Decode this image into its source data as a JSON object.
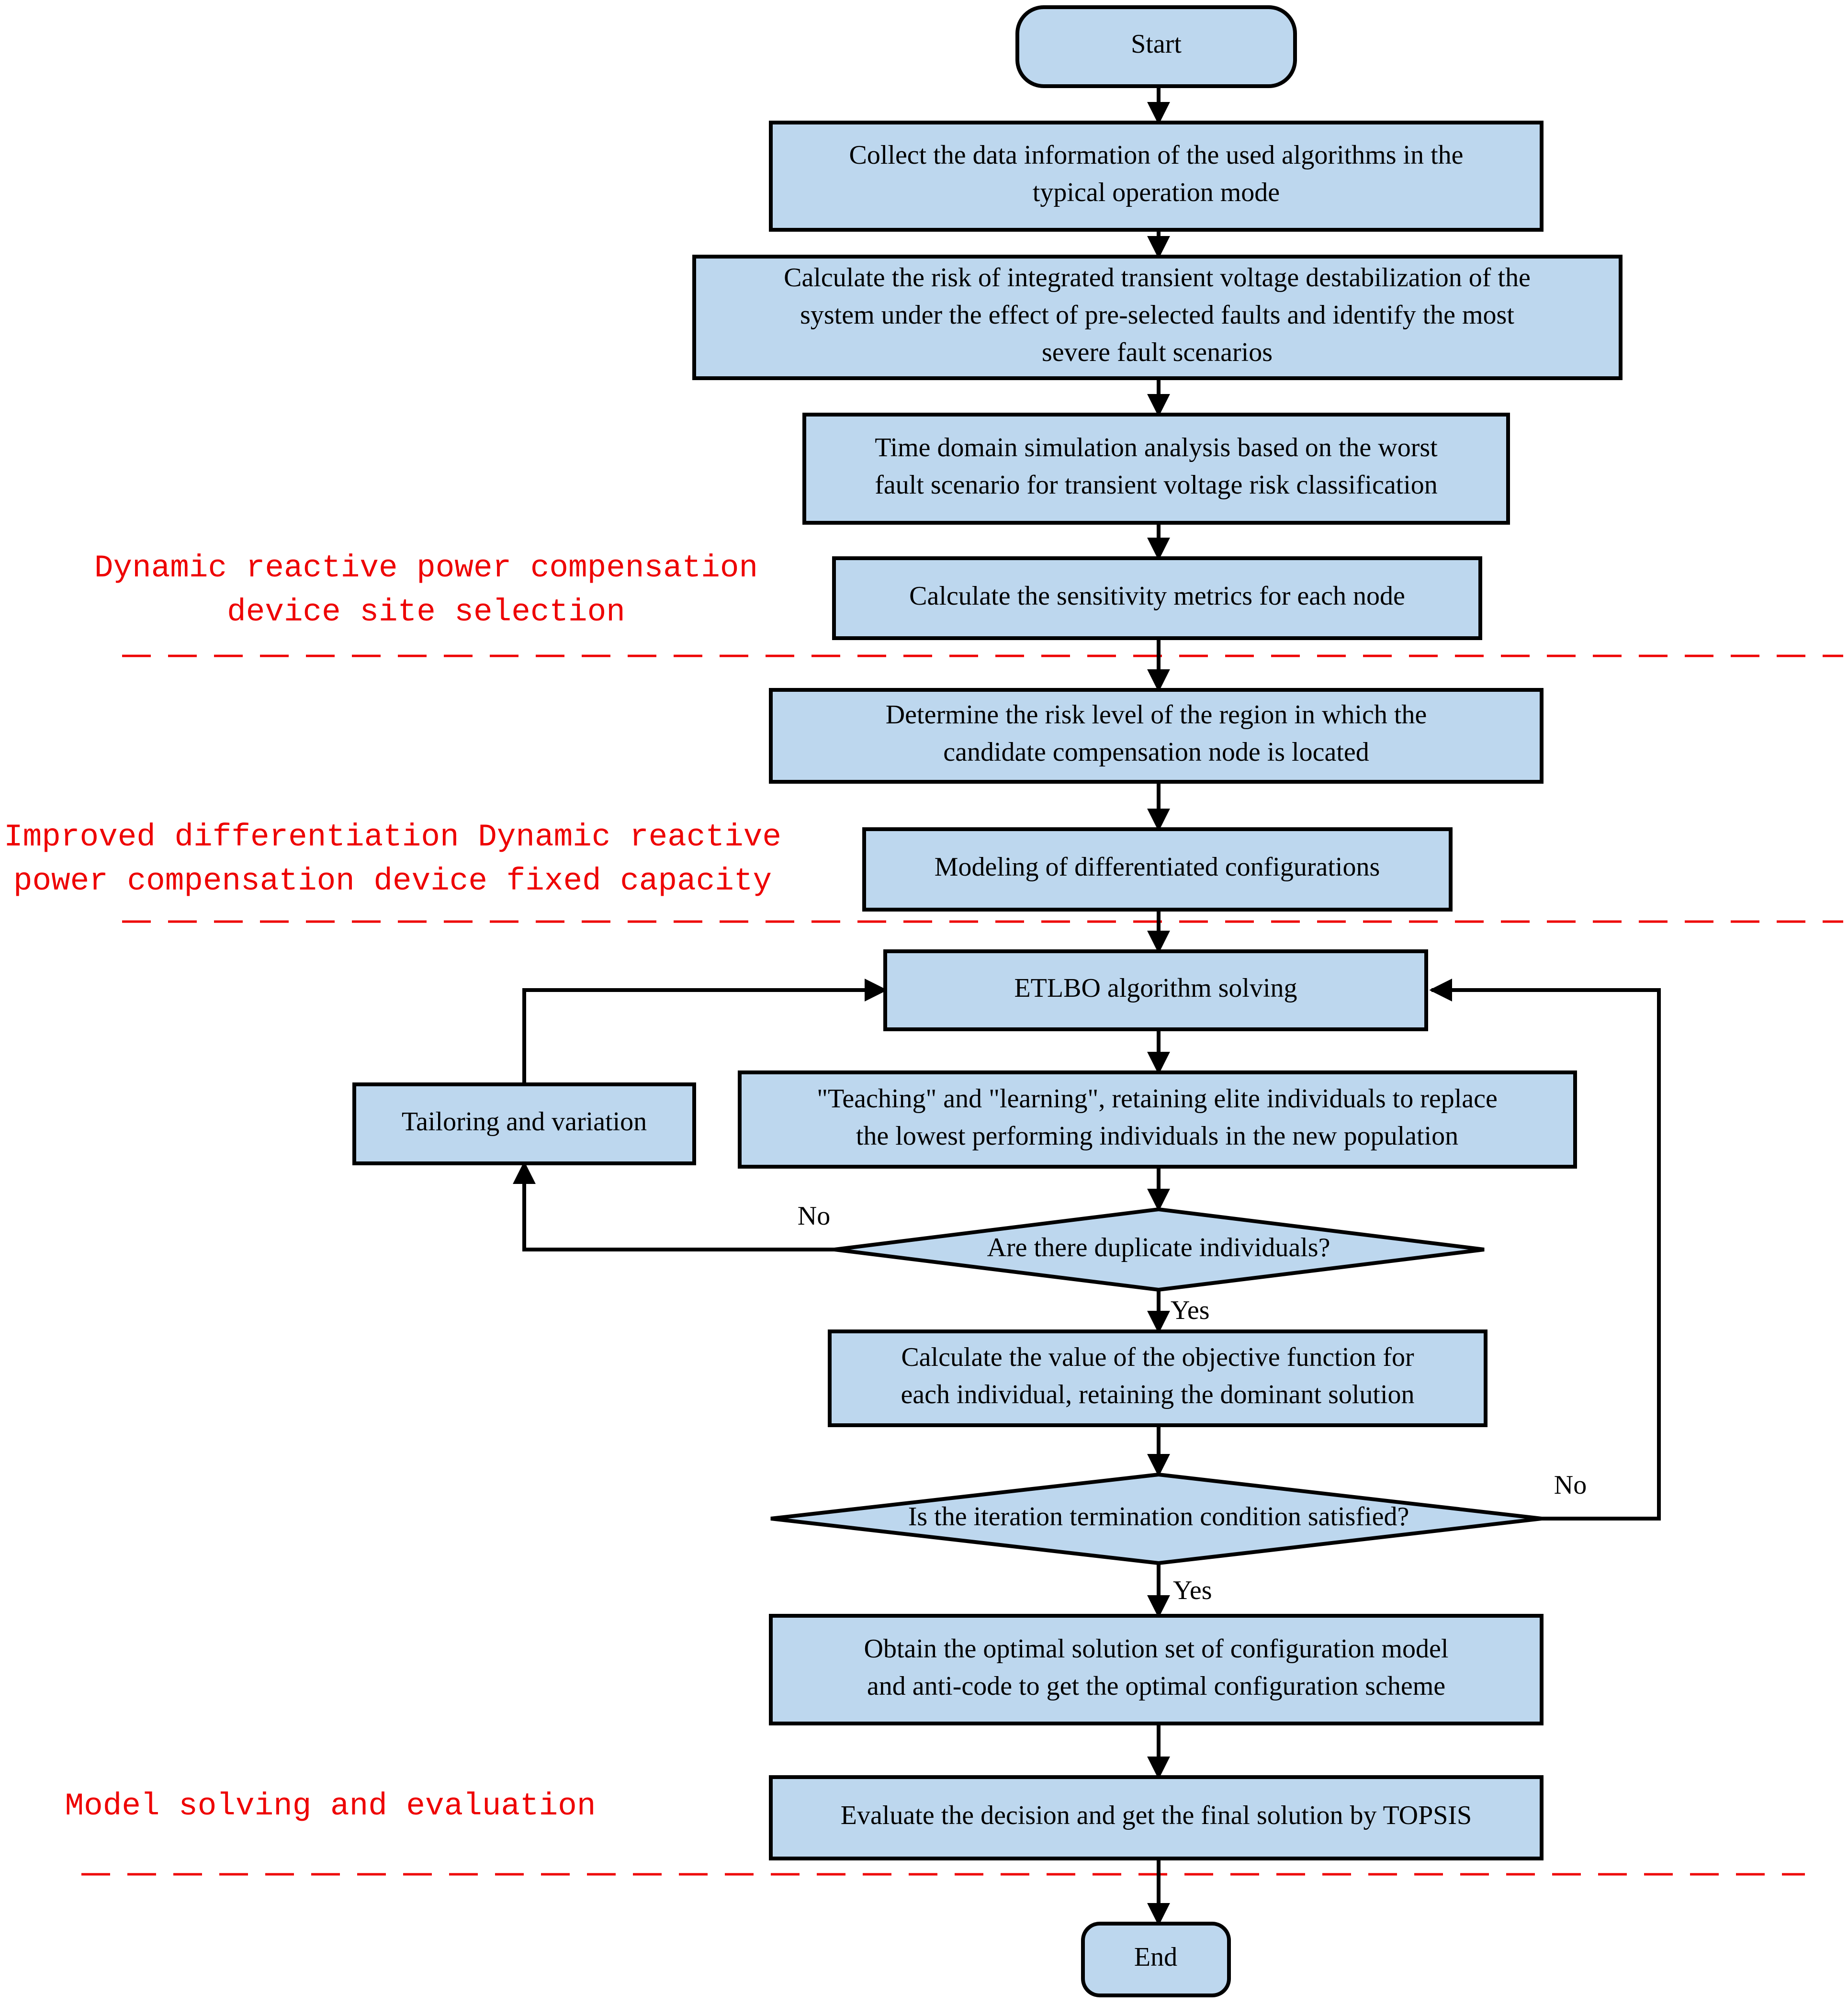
{
  "colors": {
    "node_fill": "#bdd7ee",
    "node_stroke": "#000000",
    "edge": "#000000",
    "phase_text": "#ee0000",
    "separator": "#ee0000"
  },
  "nodes": {
    "start": {
      "lines": [
        "Start"
      ]
    },
    "collect": {
      "lines": [
        "Collect the data information of the used algorithms in the",
        "typical operation mode"
      ]
    },
    "risk": {
      "lines": [
        "Calculate the risk of integrated transient voltage destabilization of the",
        "system under the effect of pre-selected faults and identify the most",
        "severe fault scenarios"
      ]
    },
    "timedomain": {
      "lines": [
        "Time domain simulation analysis based on the worst",
        "fault scenario for transient voltage risk classification"
      ]
    },
    "sensitivity": {
      "lines": [
        "Calculate the sensitivity metrics for each node"
      ]
    },
    "risklevel": {
      "lines": [
        "Determine the risk level of the region in which the",
        "candidate compensation node is located"
      ]
    },
    "modeling": {
      "lines": [
        "Modeling of differentiated configurations"
      ]
    },
    "etlbo": {
      "lines": [
        "ETLBO algorithm solving"
      ]
    },
    "teaching": {
      "lines": [
        "\"Teaching\" and \"learning\", retaining elite individuals to replace",
        "the lowest performing individuals in the new population"
      ]
    },
    "tailoring": {
      "lines": [
        "Tailoring and variation"
      ]
    },
    "duplicate": {
      "lines": [
        "Are there duplicate individuals?"
      ]
    },
    "objective": {
      "lines": [
        "Calculate the value of the objective function for",
        "each individual, retaining the dominant solution"
      ]
    },
    "iteration": {
      "lines": [
        "Is the iteration termination condition satisfied?"
      ]
    },
    "optimal": {
      "lines": [
        "Obtain the optimal solution set of  configuration model",
        "and anti-code to get the optimal configuration scheme"
      ]
    },
    "topsis": {
      "lines": [
        "Evaluate the decision and get the final solution by TOPSIS"
      ]
    },
    "end": {
      "lines": [
        "End"
      ]
    }
  },
  "edge_labels": {
    "dup_no": "No",
    "dup_yes": "Yes",
    "iter_no": "No",
    "iter_yes": "Yes"
  },
  "phases": {
    "site_selection": {
      "lines": [
        "Dynamic reactive power compensation",
        "device site selection"
      ]
    },
    "fixed_capacity": {
      "lines": [
        "Improved differentiation Dynamic reactive",
        "power compensation device fixed capacity"
      ]
    },
    "model_solving": {
      "lines": [
        "Model solving and evaluation"
      ]
    }
  }
}
